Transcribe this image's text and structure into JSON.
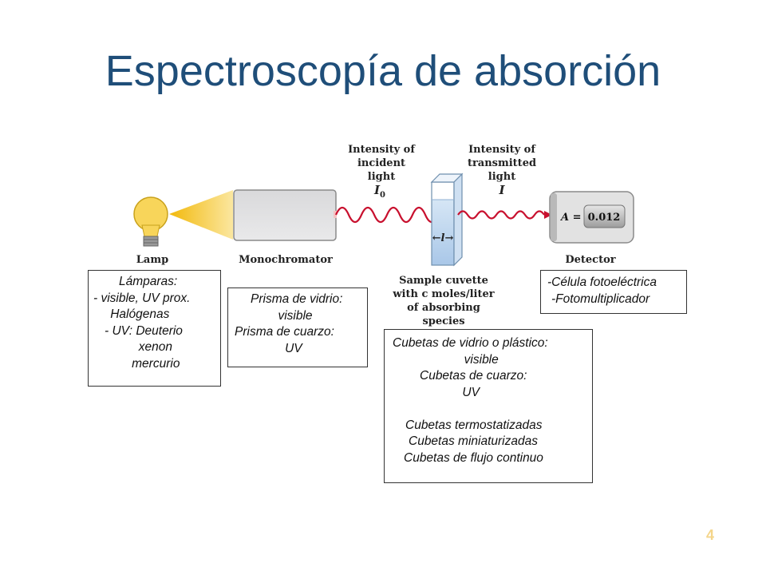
{
  "title": "Espectroscopía de absorción",
  "diagram": {
    "lamp_label": "Lamp",
    "monochromator_label": "Monochromator",
    "detector_label": "Detector",
    "incident": {
      "line1": "Intensity of",
      "line2": "incident",
      "line3": "light",
      "symbol": "I",
      "subscript": "0"
    },
    "transmitted": {
      "line1": "Intensity of",
      "line2": "transmitted",
      "line3": "light",
      "symbol": "I"
    },
    "cuvette": {
      "line1": "Sample cuvette",
      "line2": "with c moles/liter",
      "line3": "of absorbing",
      "line4": "species",
      "path_symbol": "l"
    },
    "detector_readout": {
      "label": "A =",
      "value": "0.012"
    }
  },
  "boxes": {
    "lamparas": [
      "Lámparas:",
      "- visible, UV prox.",
      "    Halógenas",
      "- UV: Deuterio",
      "         xenon",
      "       mercurio"
    ],
    "prisma": [
      "Prisma de vidrio:",
      "        visible",
      "Prisma de cuarzo:",
      "          UV"
    ],
    "cubetas": [
      "Cubetas de vidrio o plástico:",
      "            visible",
      "Cubetas de cuarzo:",
      "           UV",
      "",
      "Cubetas termostatizadas",
      "Cubetas miniaturizadas",
      "Cubetas de flujo continuo"
    ],
    "detector": [
      "-Célula fotoeléctrica",
      "-Fotomultiplicador"
    ]
  },
  "page_number": "4",
  "colors": {
    "title": "#1f4e79",
    "wave": "#c8102e",
    "lamp_beam": "#f2c010",
    "page_number": "#f4d58a"
  }
}
